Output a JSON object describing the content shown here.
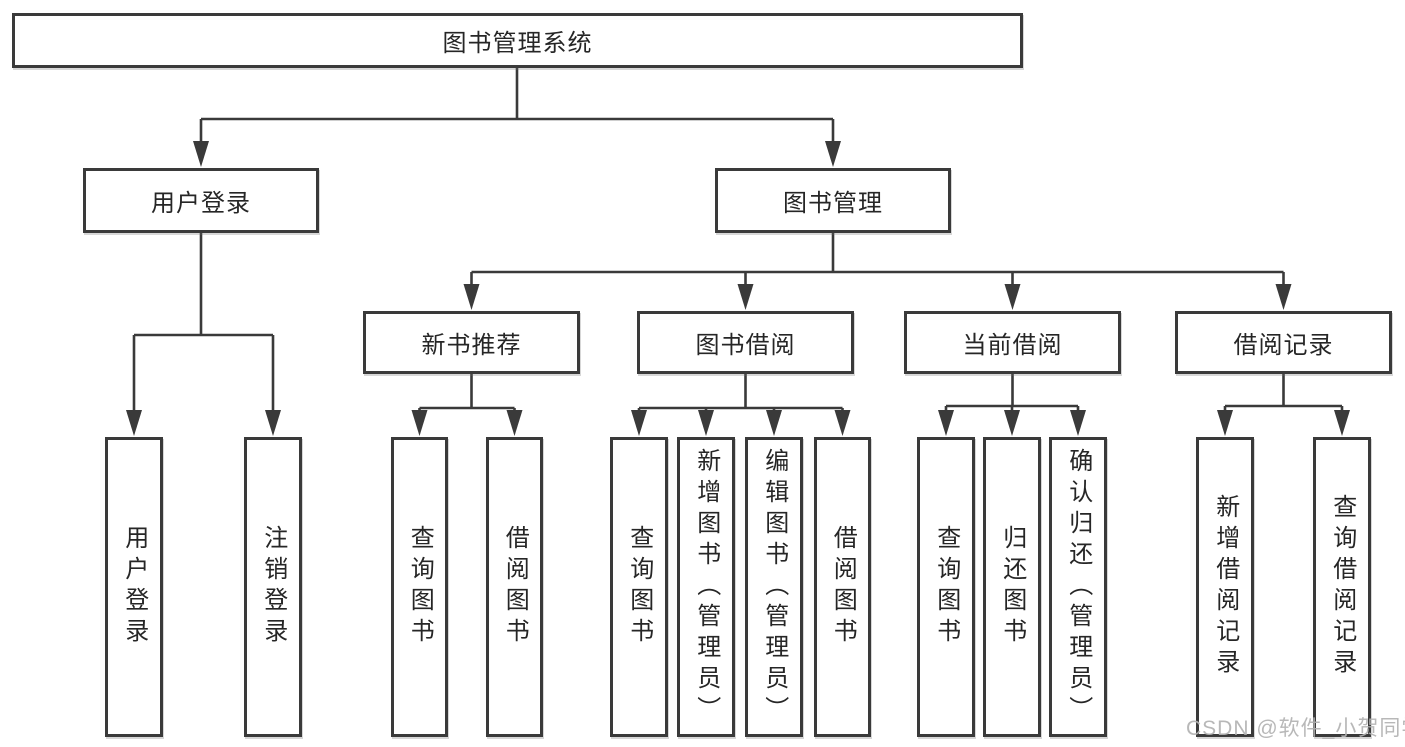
{
  "tree": {
    "label": "图书管理系统",
    "children": [
      {
        "label": "用户登录",
        "children": [
          {
            "label": "用户登录"
          },
          {
            "label": "注销登录"
          }
        ]
      },
      {
        "label": "图书管理",
        "children": [
          {
            "label": "新书推荐",
            "children": [
              {
                "label": "查询图书"
              },
              {
                "label": "借阅图书"
              }
            ]
          },
          {
            "label": "图书借阅",
            "children": [
              {
                "label": "查询图书"
              },
              {
                "label": "新增图书（管理员）"
              },
              {
                "label": "编辑图书（管理员）"
              },
              {
                "label": "借阅图书"
              }
            ]
          },
          {
            "label": "当前借阅",
            "children": [
              {
                "label": "查询图书"
              },
              {
                "label": "归还图书"
              },
              {
                "label": "确认归还（管理员）"
              }
            ]
          },
          {
            "label": "借阅记录",
            "children": [
              {
                "label": "新增借阅记录"
              },
              {
                "label": "查询借阅记录"
              }
            ]
          }
        ]
      }
    ]
  },
  "watermark": "CSDN @软件_小贺同学",
  "colors": {
    "line": "#3a3a3a",
    "box_border": "#3a3a3a",
    "box_fill": "#ffffff",
    "text": "#262626",
    "watermark": "#b2b2b2"
  }
}
